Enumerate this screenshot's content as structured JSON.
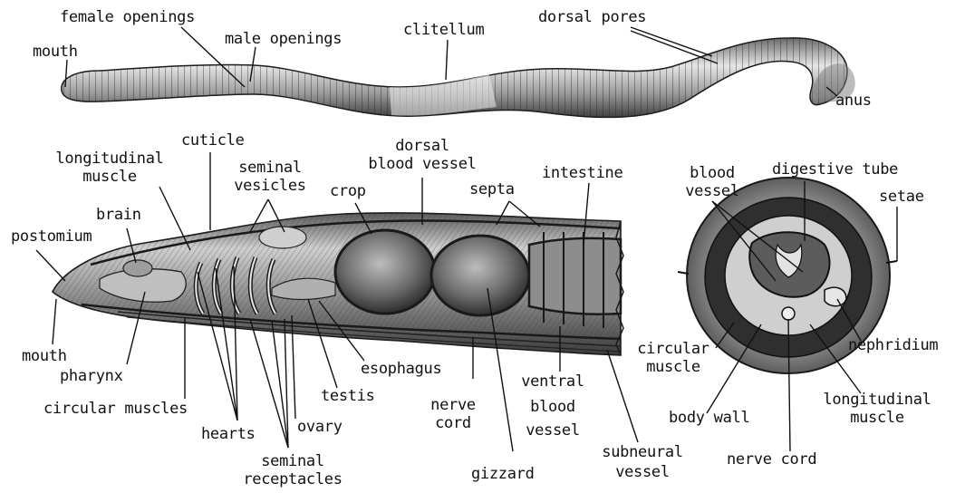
{
  "colors": {
    "ink": "#111111",
    "tissue_light": "#d8d8d8",
    "tissue_mid": "#9a9a9a",
    "tissue_dark": "#3a3a3a",
    "paper": "#ffffff"
  },
  "top_worm": {
    "mouth": "mouth",
    "female_openings": "female openings",
    "male_openings": "male openings",
    "clitellum": "clitellum",
    "dorsal_pores": "dorsal pores",
    "anus": "anus"
  },
  "longitudinal_section": {
    "cuticle": "cuticle",
    "longitudinal_muscle_1": "longitudinal",
    "longitudinal_muscle_2": "muscle",
    "seminal_vesicles_1": "seminal",
    "seminal_vesicles_2": "vesicles",
    "brain": "brain",
    "postomium": "postomium",
    "dorsal_blood_vessel_1": "dorsal",
    "dorsal_blood_vessel_2": "blood vessel",
    "crop": "crop",
    "septa": "septa",
    "intestine": "intestine",
    "mouth": "mouth",
    "pharynx": "pharynx",
    "circular_muscles": "circular muscles",
    "hearts": "hearts",
    "seminal_receptacles_1": "seminal",
    "seminal_receptacles_2": "receptacles",
    "ovary": "ovary",
    "testis": "testis",
    "esophagus": "esophagus",
    "nerve_cord_1": "nerve",
    "nerve_cord_2": "cord",
    "ventral_blood_vessel_1": "ventral",
    "ventral_blood_vessel_2": "blood",
    "ventral_blood_vessel_3": "vessel",
    "gizzard": "gizzard",
    "subneural_vessel_1": "subneural",
    "subneural_vessel_2": "vessel"
  },
  "cross_section": {
    "blood_vessel_1": "blood",
    "blood_vessel_2": "vessel",
    "digestive_tube": "digestive tube",
    "setae": "setae",
    "nephridium": "nephridium",
    "circular_muscle_1": "circular",
    "circular_muscle_2": "muscle",
    "longitudinal_muscle_1": "longitudinal",
    "longitudinal_muscle_2": "muscle",
    "body_wall": "body wall",
    "nerve_cord": "nerve cord"
  }
}
